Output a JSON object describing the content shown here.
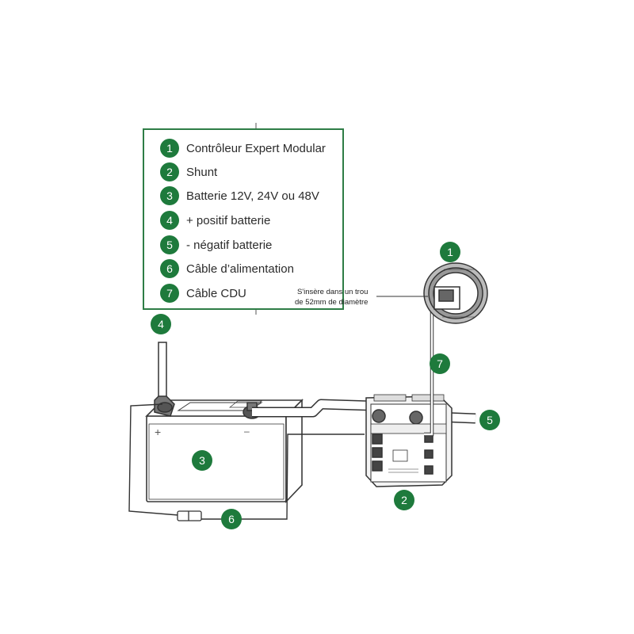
{
  "legend": {
    "items": [
      {
        "num": "1",
        "label": "Contrôleur Expert Modular"
      },
      {
        "num": "2",
        "label": "Shunt"
      },
      {
        "num": "3",
        "label": "Batterie 12V, 24V ou 48V"
      },
      {
        "num": "4",
        "label": "+ positif batterie"
      },
      {
        "num": "5",
        "label": "- négatif batterie"
      },
      {
        "num": "6",
        "label": "Câble d’alimentation"
      },
      {
        "num": "7",
        "label": "Câble CDU"
      }
    ]
  },
  "callouts": {
    "c1": "1",
    "c2": "2",
    "c3": "3",
    "c4": "4",
    "c5": "5",
    "c6": "6",
    "c7": "7"
  },
  "note": {
    "line1": "S'insère dans un trou",
    "line2": "de 52mm de diamètre"
  },
  "colors": {
    "accent": "#1e7a3c",
    "frame": "#2e7d46",
    "line": "#3a3a3a"
  }
}
